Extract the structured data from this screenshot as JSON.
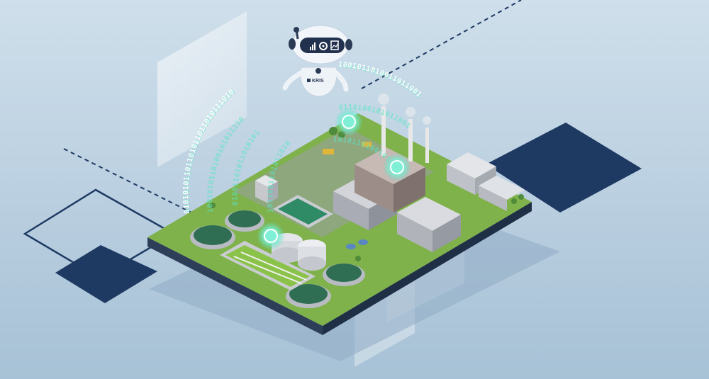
{
  "robot": {
    "chest_label": "KRIS",
    "face_icons": [
      "bar-chart-icon",
      "gear-icon",
      "doc-chart-icon"
    ]
  },
  "binary_arcs": [
    "01010101101101011011010111010",
    "1001010110100101011110",
    "01001101011010101",
    "1011001101011010",
    "0110100101011001",
    "1010110100101",
    "1001011010011011001"
  ],
  "colors": {
    "background_top": "#c9dbe8",
    "background_bottom": "#a9c3d8",
    "navy": "#1e3a63",
    "grass": "#7fb24a",
    "glow": "#5de4c7"
  }
}
